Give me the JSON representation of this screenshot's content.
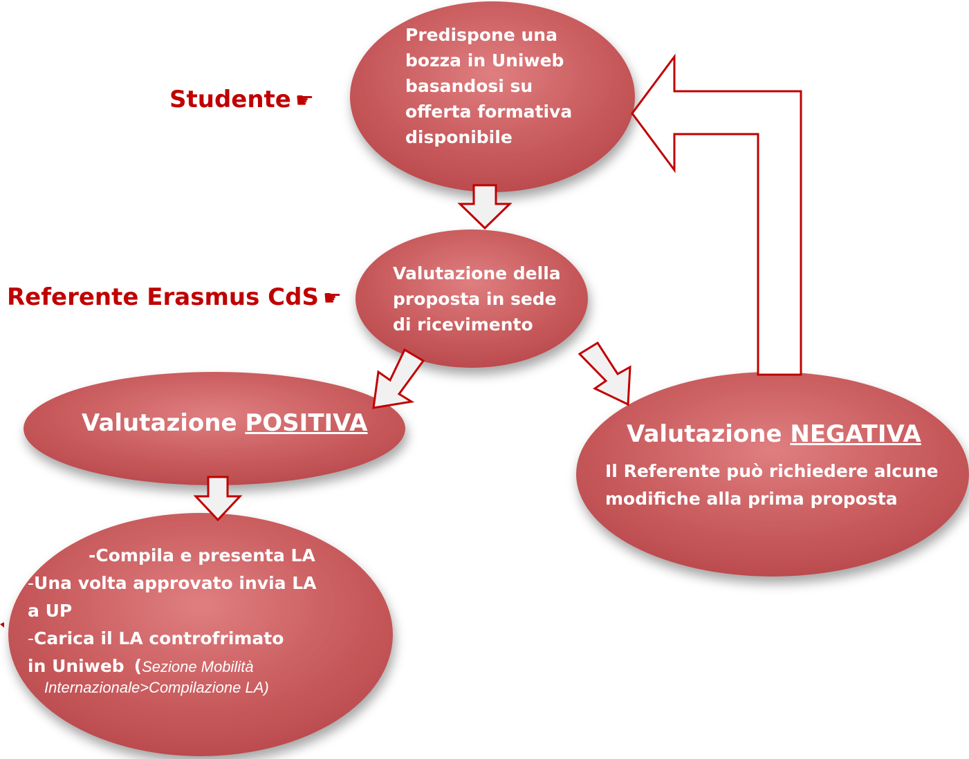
{
  "colors": {
    "node_fill": "#c85a5c",
    "node_fill_light": "#e07f80",
    "node_fill_dark": "#b8484b",
    "arrow_outline": "#c00000",
    "arrow_fill": "#f1f1f1",
    "role_text": "#c00000"
  },
  "roles": {
    "studente": "Studente",
    "referente": "Referente Erasmus CdS",
    "pointer_icon": "☛"
  },
  "nodes": {
    "draft": {
      "lines": [
        "Predispone una",
        "bozza in Uniweb",
        "basandosi su",
        "offerta formativa",
        "disponibile"
      ]
    },
    "evaluation": {
      "lines": [
        "Valutazione della",
        "proposta in sede",
        "di ricevimento"
      ]
    },
    "positive": {
      "prefix": "Valutazione ",
      "keyword": "POSITIVA"
    },
    "negative": {
      "prefix": "Valutazione ",
      "keyword": "NEGATIVA",
      "detail_lines": [
        "Il Referente può richiedere alcune",
        "modifiche alla prima proposta"
      ]
    },
    "la": {
      "line1": "-Compila e presenta LA",
      "line2_dash": "-",
      "line2": "Una volta approvato invia LA",
      "line3": "a UP",
      "line4_dash": "-",
      "line4": "Carica il LA controfrimato",
      "line5": "in Uniweb",
      "paren_open": "(",
      "italic_1": "Sezione Mobilità",
      "italic_2": "Internazionale>Compilazione LA)"
    }
  }
}
